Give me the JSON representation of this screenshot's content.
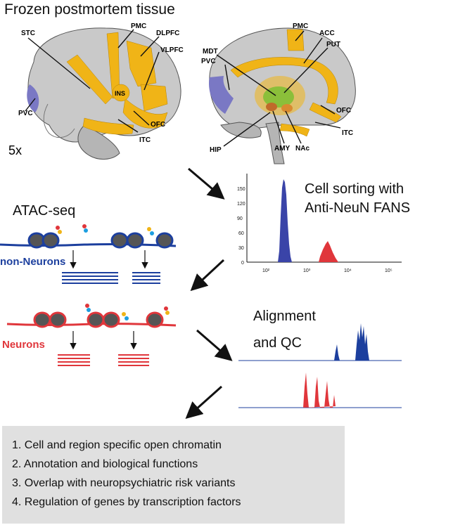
{
  "title": "Frozen postmortem tissue",
  "lateral_brain": {
    "labels": [
      "STC",
      "PMC",
      "DLPFC",
      "VLPFC",
      "INS",
      "PVC",
      "OFC",
      "ITC"
    ],
    "multiplier": "5x"
  },
  "medial_brain": {
    "labels": [
      "PMC",
      "ACC",
      "MDT",
      "PUT",
      "PVC",
      "OFC",
      "ITC",
      "HIP",
      "AMY",
      "NAc"
    ]
  },
  "cell_sorting": {
    "title_line1": "Cell sorting with",
    "title_line2": "Anti-NeuN FANS",
    "y_ticks": [
      "150",
      "120",
      "90",
      "60",
      "30",
      "0"
    ],
    "x_ticks": [
      "10²",
      "10³",
      "10⁴",
      "10⁵"
    ]
  },
  "atac": {
    "title": "ATAC-seq",
    "non_neurons_label": "non-Neurons",
    "neurons_label": "Neurons"
  },
  "alignment": {
    "line1": "Alignment",
    "line2": "and QC"
  },
  "results": [
    "1. Cell and region specific open chromatin",
    "2. Annotation and biological functions",
    "3. Overlap with neuropsychiatric risk variants",
    "4. Regulation of genes by transcription factors"
  ],
  "colors": {
    "brain_gray": "#c9c9c9",
    "region_orange": "#f0b417",
    "pvc_purple": "#7a78c4",
    "neuron_red": "#e0363b",
    "non_neuron_blue": "#1c3f9e",
    "box_gray": "#e0e0e0"
  }
}
